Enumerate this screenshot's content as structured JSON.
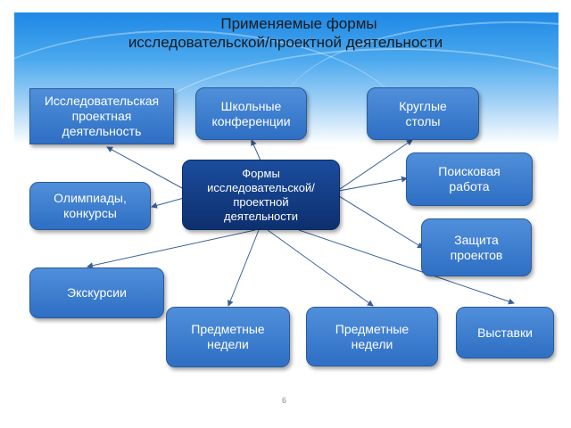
{
  "title": {
    "line1": "Применяемые   формы",
    "line2": "исследовательской/проектной деятельности"
  },
  "center_node": "Формы\nисследовательской/\nпроектной\nдеятельности",
  "nodes": {
    "research_project": "Исследовательская\nпроектная\nдеятельность",
    "school_conferences": "Школьные\nконференции",
    "round_tables": "Круглые\nстолы",
    "search_work": "Поисковая\nработа",
    "olympiads": "Олимпиады,\nконкурсы",
    "project_defense": "Защита\nпроектов",
    "excursions": "Экскурсии",
    "subject_weeks_1": "Предметные\nнедели",
    "subject_weeks_2": "Предметные\nнедели",
    "exhibitions": "Выставки"
  },
  "page_number": "6",
  "colors": {
    "node_fill": "#3d7fd1",
    "center_fill": "#123d82",
    "connector": "#3a5f9a",
    "header_top": "#1e88e5"
  }
}
